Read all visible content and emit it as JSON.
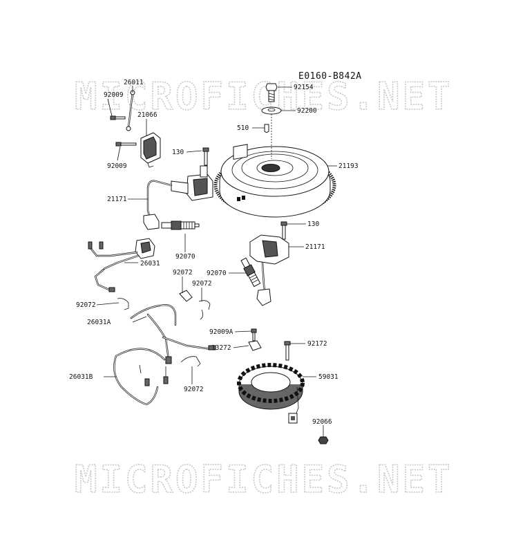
{
  "diagram_code": "E0160-B842A",
  "watermark": "MICROFICHES.NET",
  "callouts": [
    {
      "id": "p26011",
      "text": "26011"
    },
    {
      "id": "p92009a",
      "text": "92009"
    },
    {
      "id": "p21066",
      "text": "21066"
    },
    {
      "id": "p92009b",
      "text": "92009"
    },
    {
      "id": "p130a",
      "text": "130"
    },
    {
      "id": "p21171a",
      "text": "21171"
    },
    {
      "id": "p92070a",
      "text": "92070"
    },
    {
      "id": "p26031",
      "text": "26031"
    },
    {
      "id": "p92072a",
      "text": "92072"
    },
    {
      "id": "p92072b",
      "text": "92072"
    },
    {
      "id": "p92072c",
      "text": "92072"
    },
    {
      "id": "p26031a",
      "text": "26031A"
    },
    {
      "id": "p26031b",
      "text": "26031B"
    },
    {
      "id": "p92072d",
      "text": "92072"
    },
    {
      "id": "p92154",
      "text": "92154"
    },
    {
      "id": "p92200",
      "text": "92200"
    },
    {
      "id": "p510",
      "text": "510"
    },
    {
      "id": "p21193",
      "text": "21193"
    },
    {
      "id": "p130b",
      "text": "130"
    },
    {
      "id": "p21171b",
      "text": "21171"
    },
    {
      "id": "p92070b",
      "text": "92070"
    },
    {
      "id": "p92009A",
      "text": "92009A"
    },
    {
      "id": "p13272",
      "text": "13272"
    },
    {
      "id": "p92172",
      "text": "92172"
    },
    {
      "id": "p59031",
      "text": "59031"
    },
    {
      "id": "p92066",
      "text": "92066"
    }
  ]
}
